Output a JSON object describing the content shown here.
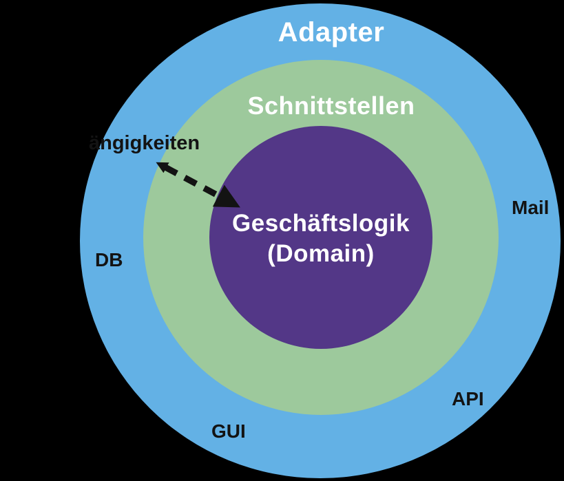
{
  "rings": {
    "outer": {
      "label": "Adapter",
      "color": "#63B1E5"
    },
    "middle": {
      "label": "Schnittstellen",
      "color": "#9DC99C"
    },
    "inner": {
      "line1": "Geschäftslogik",
      "line2": "(Domain)",
      "color": "#533787"
    }
  },
  "adapter_labels": {
    "mail": "Mail",
    "db": "DB",
    "api": "API",
    "gui": "GUI"
  },
  "annotation": {
    "label": "ängigkeiten"
  },
  "colors": {
    "background": "#000000",
    "ring_text": "#FFFFFF",
    "black_text": "#131313",
    "arrow": "#131313"
  }
}
